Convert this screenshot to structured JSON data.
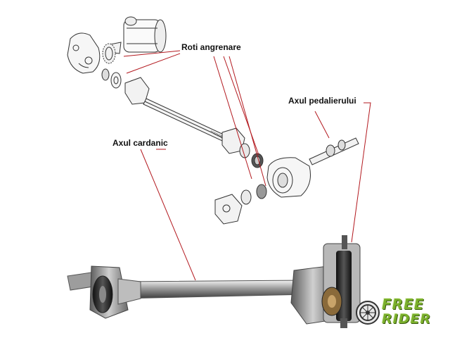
{
  "labels": {
    "gears": "Roti angrenare",
    "pedal_axle": "Axul pedalierului",
    "cardan_shaft": "Axul cardanic"
  },
  "logo": {
    "line1": "FREE",
    "line2": "RIDER"
  },
  "colors": {
    "leader_line": "#b3191f",
    "logo_green": "#7bb02c",
    "metal_dark": "#3a3a3a",
    "metal_light": "#d8d8d8"
  }
}
